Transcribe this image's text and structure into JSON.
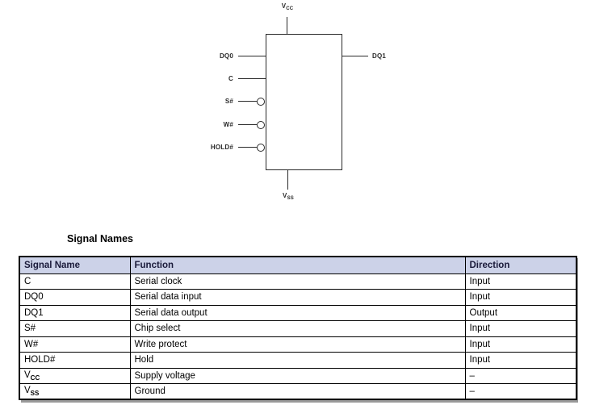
{
  "diagram": {
    "top_pin": {
      "label": "V",
      "sub": "CC"
    },
    "bottom_pin": {
      "label": "V",
      "sub": "SS"
    },
    "left_pins": [
      {
        "label": "DQ0",
        "bubble": false
      },
      {
        "label": "C",
        "bubble": false
      },
      {
        "label": "S#",
        "bubble": true
      },
      {
        "label": "W#",
        "bubble": true
      },
      {
        "label": "HOLD#",
        "bubble": true
      }
    ],
    "right_pins": [
      {
        "label": "DQ1"
      }
    ]
  },
  "table": {
    "title": "Signal Names",
    "header_bg": "#ccd2e8",
    "headers": {
      "signal": "Signal Name",
      "function": "Function",
      "direction": "Direction"
    },
    "rows": [
      {
        "signal": "C",
        "signal_sub": "",
        "function": "Serial clock",
        "direction": "Input"
      },
      {
        "signal": "DQ0",
        "signal_sub": "",
        "function": "Serial data input",
        "direction": "Input"
      },
      {
        "signal": "DQ1",
        "signal_sub": "",
        "function": "Serial data output",
        "direction": "Output"
      },
      {
        "signal": "S#",
        "signal_sub": "",
        "function": "Chip select",
        "direction": "Input"
      },
      {
        "signal": "W#",
        "signal_sub": "",
        "function": "Write protect",
        "direction": "Input"
      },
      {
        "signal": "HOLD#",
        "signal_sub": "",
        "function": "Hold",
        "direction": "Input"
      },
      {
        "signal": "V",
        "signal_sub": "CC",
        "function": "Supply voltage",
        "direction": "–"
      },
      {
        "signal": "V",
        "signal_sub": "SS",
        "function": "Ground",
        "direction": "–"
      }
    ]
  }
}
